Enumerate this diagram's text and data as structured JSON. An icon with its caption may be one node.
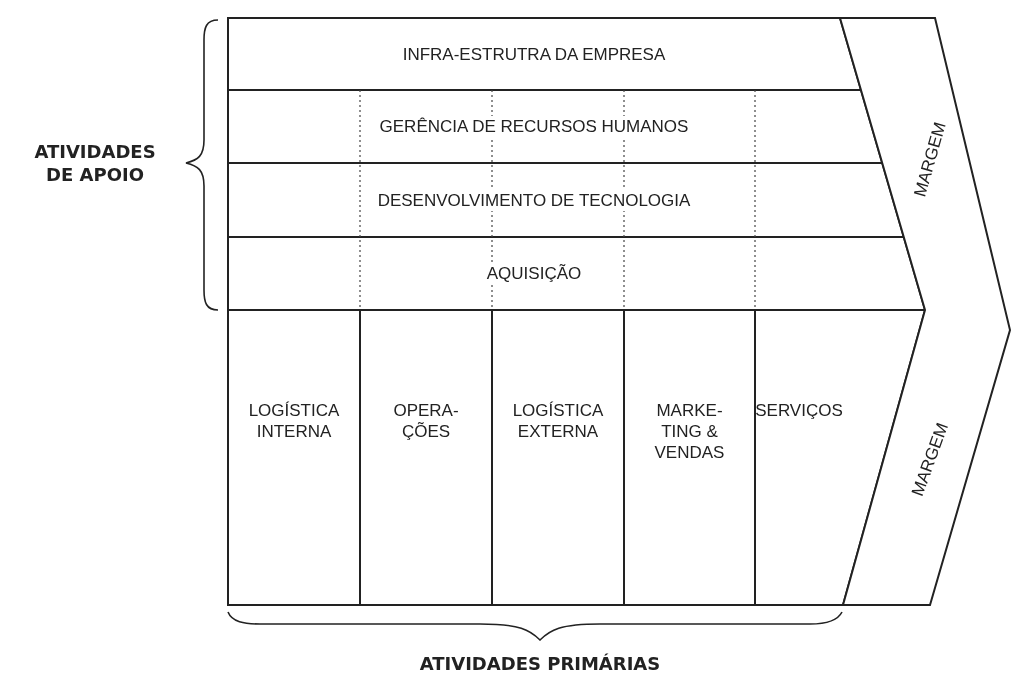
{
  "diagram": {
    "nodes": [
      {
        "text": [
          "INFRA-ESTRUTRA DA EMPRESA"
        ]
      },
      {
        "text": [
          "GERÊNCIA DE RECURSOS HUMANOS"
        ]
      },
      {
        "text": [
          "DESENVOLVIMENTO DE TECNOLOGIA"
        ]
      },
      {
        "text": [
          "AQUISIÇÃO"
        ]
      },
      {
        "text": [
          "LOGÍSTICA INTERNA"
        ]
      },
      {
        "text": [
          "OPERA- ÇÕES"
        ]
      },
      {
        "text": [
          "LOGÍSTICA EXTERNA"
        ]
      },
      {
        "text": [
          "MARKE- TING & VENDAS"
        ]
      },
      {
        "text": [
          "SERVIÇOS"
        ]
      },
      {
        "text": [
          "MARGEM",
          "MARGEM"
        ]
      }
    ],
    "labels": [
      "ATIVIDADES DE APOIO",
      "ATIVIDADES PRIMÁRIAS"
    ]
  }
}
